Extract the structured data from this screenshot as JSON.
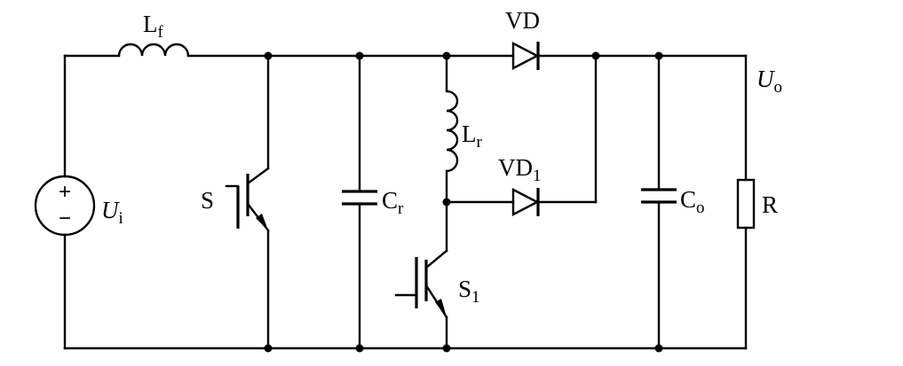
{
  "components": {
    "Lf": {
      "main": "L",
      "sub": "f"
    },
    "S": {
      "main": "S"
    },
    "Cr": {
      "main": "C",
      "sub": "r"
    },
    "VD": {
      "main": "VD"
    },
    "Lr": {
      "main": "L",
      "sub": "r"
    },
    "VD1": {
      "main": "VD",
      "sub": "1"
    },
    "S1": {
      "main": "S",
      "sub": "1"
    },
    "Co": {
      "main": "C",
      "sub": "o"
    },
    "R": {
      "main": "R"
    },
    "Uo": {
      "main": "U",
      "sub": "o"
    },
    "Ui": {
      "main": "U",
      "sub": "i"
    },
    "source_plus": "+",
    "source_minus": "−"
  }
}
